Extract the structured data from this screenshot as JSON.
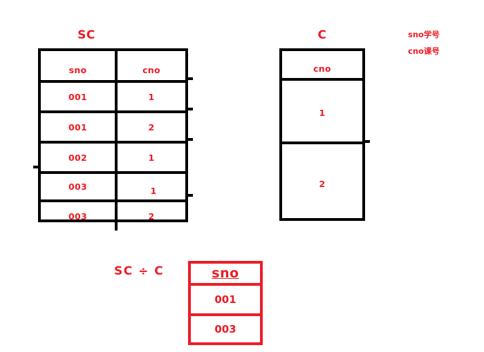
{
  "diagram": {
    "topic": "relational-division",
    "accent_color": "#ee1c25",
    "border_color": "#000000",
    "background": "#ffffff"
  },
  "sc_table": {
    "title": "SC",
    "columns": [
      "sno",
      "cno"
    ],
    "rows": [
      {
        "sno": "001",
        "cno": "1"
      },
      {
        "sno": "001",
        "cno": "2"
      },
      {
        "sno": "002",
        "cno": "1"
      },
      {
        "sno": "003",
        "cno": "1"
      },
      {
        "sno": "003",
        "cno": "2"
      }
    ]
  },
  "c_table": {
    "title": "C",
    "columns": [
      "cno"
    ],
    "rows": [
      {
        "cno": "1"
      },
      {
        "cno": "2"
      }
    ]
  },
  "division": {
    "label": "SC ÷ C",
    "operator": "÷",
    "left_operand": "SC",
    "right_operand": "C"
  },
  "result_table": {
    "columns": [
      "sno"
    ],
    "rows": [
      {
        "sno": "001"
      },
      {
        "sno": "003"
      }
    ]
  },
  "legend": {
    "lines": [
      "sno学号",
      "cno课号"
    ]
  }
}
